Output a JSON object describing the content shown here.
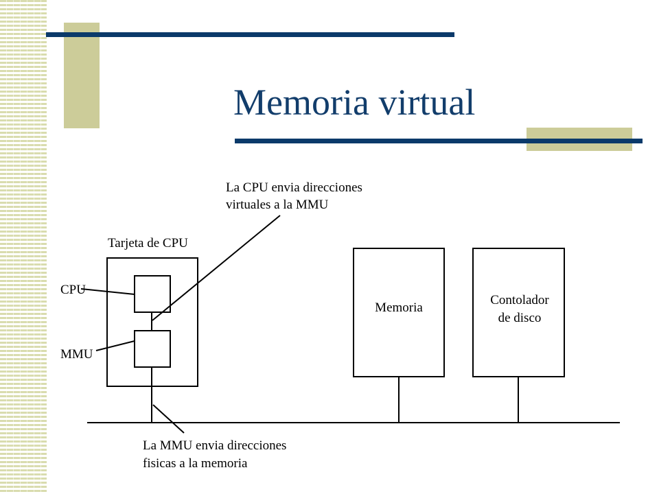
{
  "slide": {
    "title": "Memoria virtual"
  },
  "diagram": {
    "cpu_card_label": "Tarjeta de CPU",
    "cpu_label": "CPU",
    "mmu_label": "MMU",
    "memory_label": "Memoria",
    "disk_controller_label_line1": "Contolador",
    "disk_controller_label_line2": "de disco",
    "note_cpu_line1": "La CPU envia direcciones",
    "note_cpu_line2": "virtuales a la MMU",
    "note_mmu_line1": "La MMU envia direcciones",
    "note_mmu_line2": "fisicas a la memoria"
  },
  "colors": {
    "title": "#123d6b",
    "accent_navy": "#0b3a6a",
    "accent_olive": "#cccc99"
  }
}
